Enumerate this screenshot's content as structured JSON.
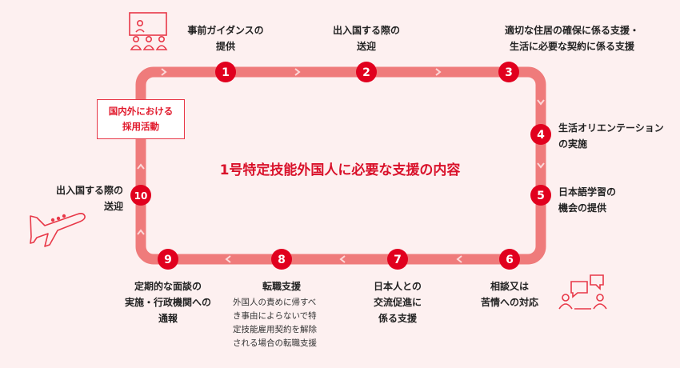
{
  "diagram": {
    "title": "1号特定技能外国人に必要な支援の内容",
    "domestic_box": [
      "国内外における",
      "採用活動"
    ],
    "steps": [
      {
        "number": "1",
        "label": [
          "事前ガイダンスの",
          "提供"
        ]
      },
      {
        "number": "2",
        "label": [
          "出入国する際の",
          "送迎"
        ]
      },
      {
        "number": "3",
        "label": [
          "適切な住居の確保に係る支援・",
          "生活に必要な契約に係る支援"
        ]
      },
      {
        "number": "4",
        "label": [
          "生活オリエンテーション",
          "の実施"
        ]
      },
      {
        "number": "5",
        "label": [
          "日本語学習の",
          "機会の提供"
        ]
      },
      {
        "number": "6",
        "label": [
          "相談又は",
          "苦情への対応"
        ]
      },
      {
        "number": "7",
        "label": [
          "日本人との",
          "交流促進に",
          "係る支援"
        ]
      },
      {
        "number": "8",
        "label": [
          "転職支援"
        ],
        "note": [
          "外国人の責めに帰すべ",
          "き事由によらないで特",
          "定技能雇用契約を解除",
          "される場合の転職支援"
        ]
      },
      {
        "number": "9",
        "label": [
          "定期的な面談の",
          "実施・行政機関への",
          "通報"
        ]
      },
      {
        "number": "10",
        "label": [
          "出入国する際の",
          "送迎"
        ]
      }
    ]
  },
  "colors": {
    "track": "#ef7b7b",
    "track_chevron": "#fbd9d9",
    "circle": "#e1001e",
    "title": "#d9112a",
    "icon": "#e83848",
    "background": "#fdf0f0"
  },
  "icons": [
    "presentation-icon",
    "consultation-icon",
    "airplane-icon"
  ]
}
